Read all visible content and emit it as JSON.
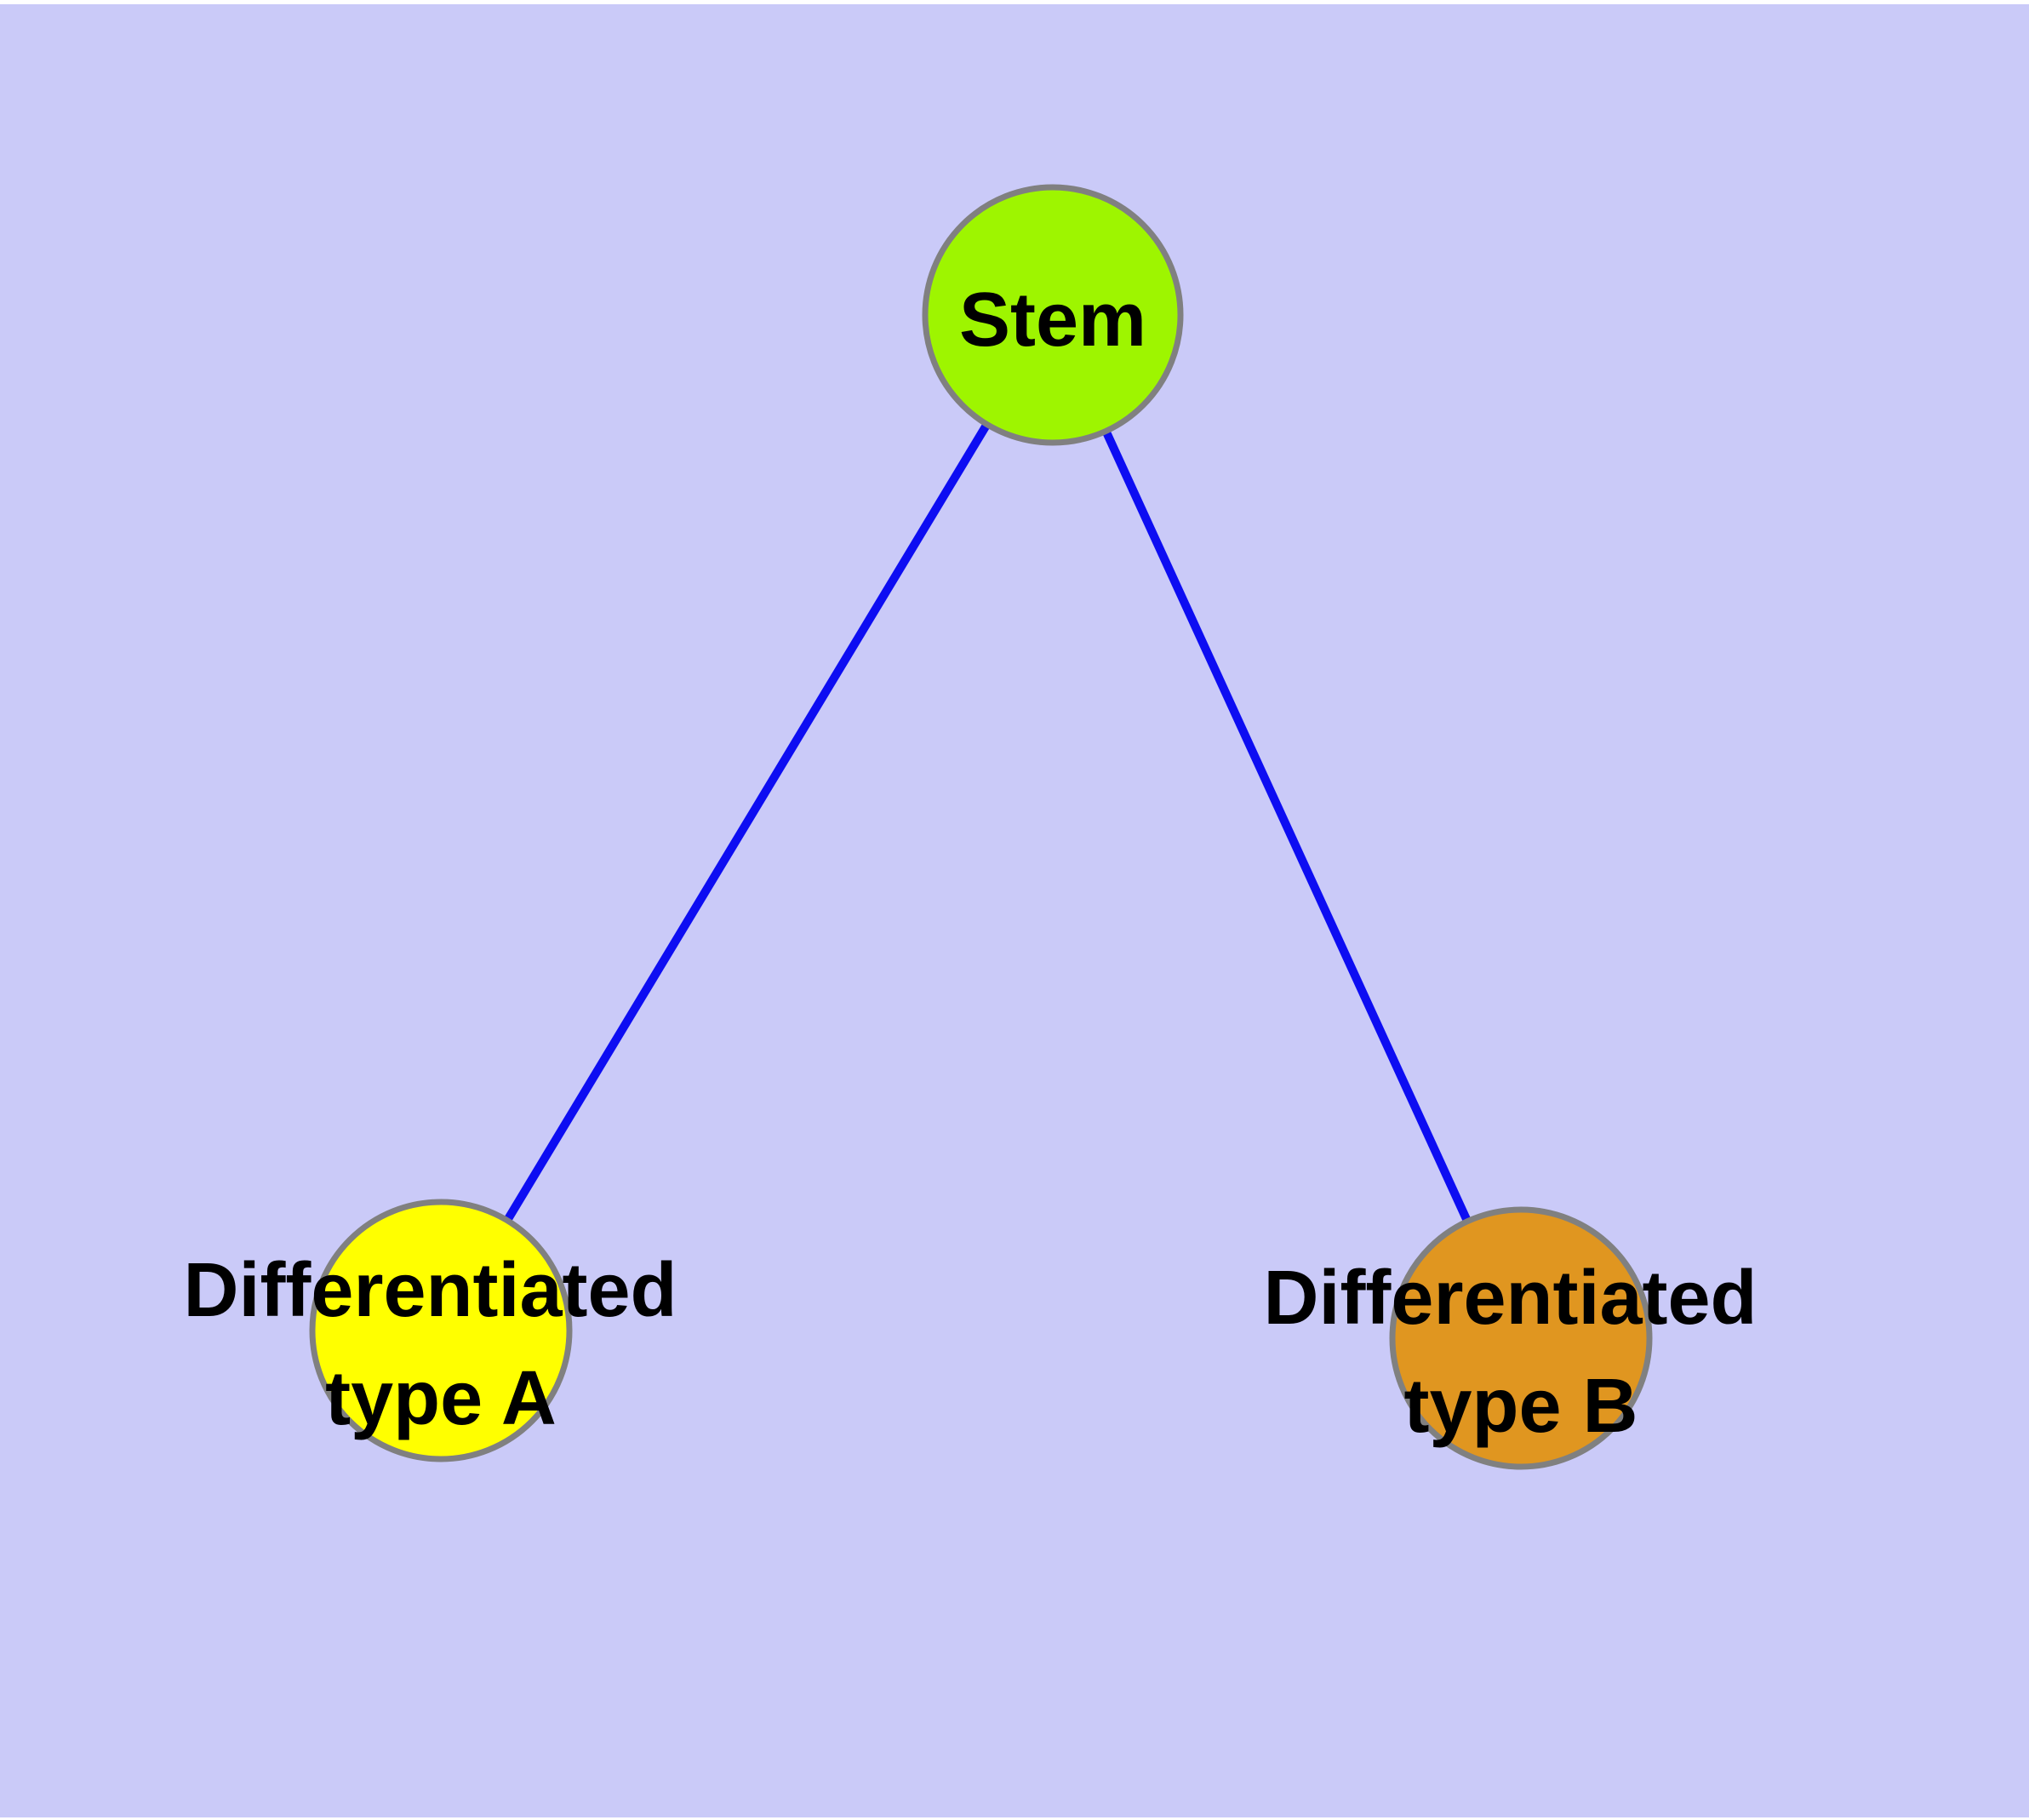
{
  "diagram": {
    "background_color": "#CACAF8",
    "frame_color": "#FFFFFF",
    "edge_color": "#0D0DF2",
    "node_border_color": "#808080",
    "label_color": "#000000",
    "nodes": [
      {
        "id": "stem",
        "label": "Stem",
        "lines": [
          "Stem"
        ],
        "fill": "#9EF500"
      },
      {
        "id": "differentiated-type-a",
        "label": "Differentiated type A",
        "lines": [
          "Differentiated",
          "type A"
        ],
        "fill": "#FFFF00"
      },
      {
        "id": "differentiated-type-b",
        "label": "Differentiated type B",
        "lines": [
          "Differentiated",
          "type B"
        ],
        "fill": "#E09620"
      }
    ],
    "edges": [
      {
        "from": "Stem",
        "to": "Differentiated type A"
      },
      {
        "from": "Stem",
        "to": "Differentiated type B"
      }
    ]
  }
}
